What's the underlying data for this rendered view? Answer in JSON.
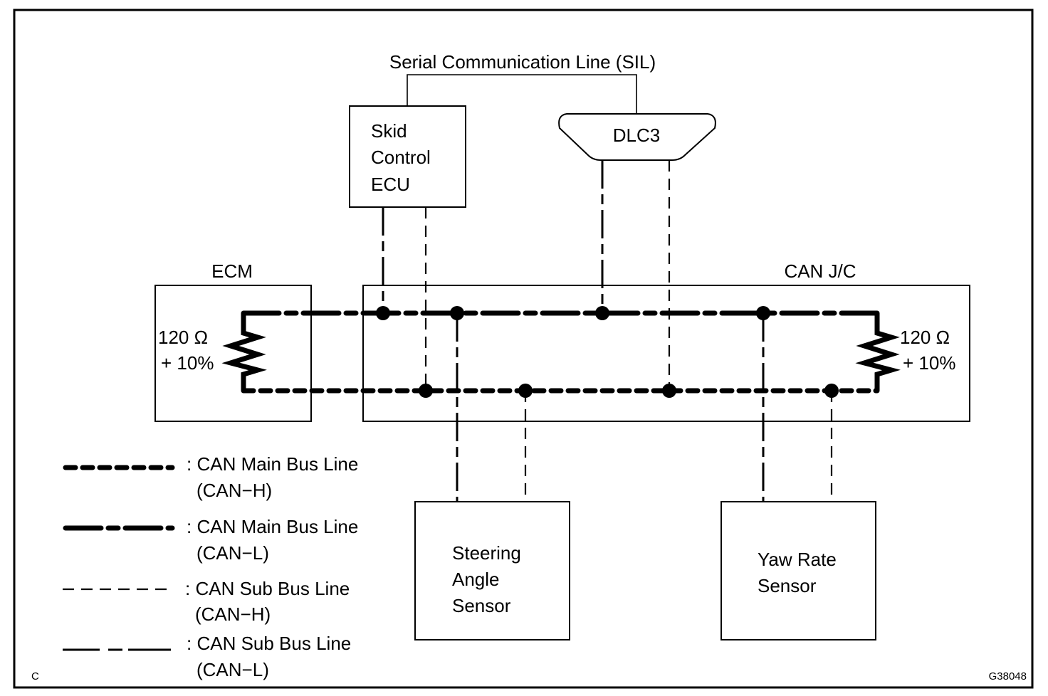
{
  "diagram": {
    "title": "Serial Communication Line (SIL)",
    "components": {
      "skid_ecu": {
        "lines": [
          "Skid",
          "Control",
          "ECU"
        ]
      },
      "dlc3": {
        "label": "DLC3"
      },
      "ecm": {
        "label": "ECM",
        "resistor": {
          "value": "120 Ω",
          "tolerance": "+ 10%"
        }
      },
      "can_jc": {
        "label": "CAN J/C",
        "resistor": {
          "value": "120 Ω",
          "tolerance": "+ 10%"
        }
      },
      "steering_sensor": {
        "lines": [
          "Steering",
          "Angle",
          "Sensor"
        ]
      },
      "yaw_sensor": {
        "lines": [
          "Yaw Rate",
          "Sensor"
        ]
      }
    },
    "legend": [
      {
        "style": "main-h",
        "line1": ": CAN Main Bus Line",
        "line2": "(CAN−H)"
      },
      {
        "style": "main-l",
        "line1": ": CAN Main Bus Line",
        "line2": "(CAN−L)"
      },
      {
        "style": "sub-h",
        "line1": ": CAN Sub Bus Line",
        "line2": "(CAN−H)"
      },
      {
        "style": "sub-l",
        "line1": ": CAN Sub Bus Line",
        "line2": "(CAN−L)"
      }
    ],
    "corner_left": "C",
    "figure_code": "G38048"
  }
}
